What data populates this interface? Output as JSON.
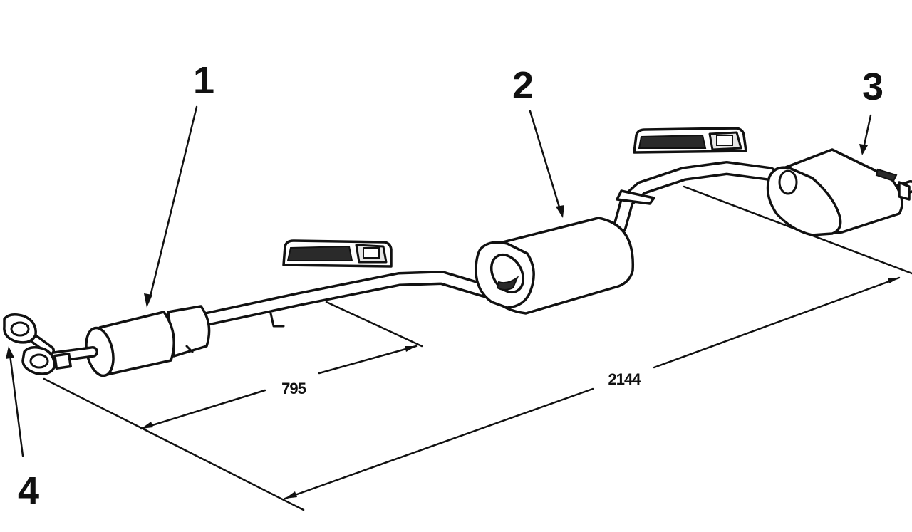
{
  "callouts": {
    "c1": "1",
    "c2": "2",
    "c3": "3",
    "c4": "4"
  },
  "dimensions": {
    "short": "795",
    "long": "2144"
  },
  "colors": {
    "ink": "#111111",
    "background": "#ffffff",
    "shade": "#e6e6e6"
  }
}
